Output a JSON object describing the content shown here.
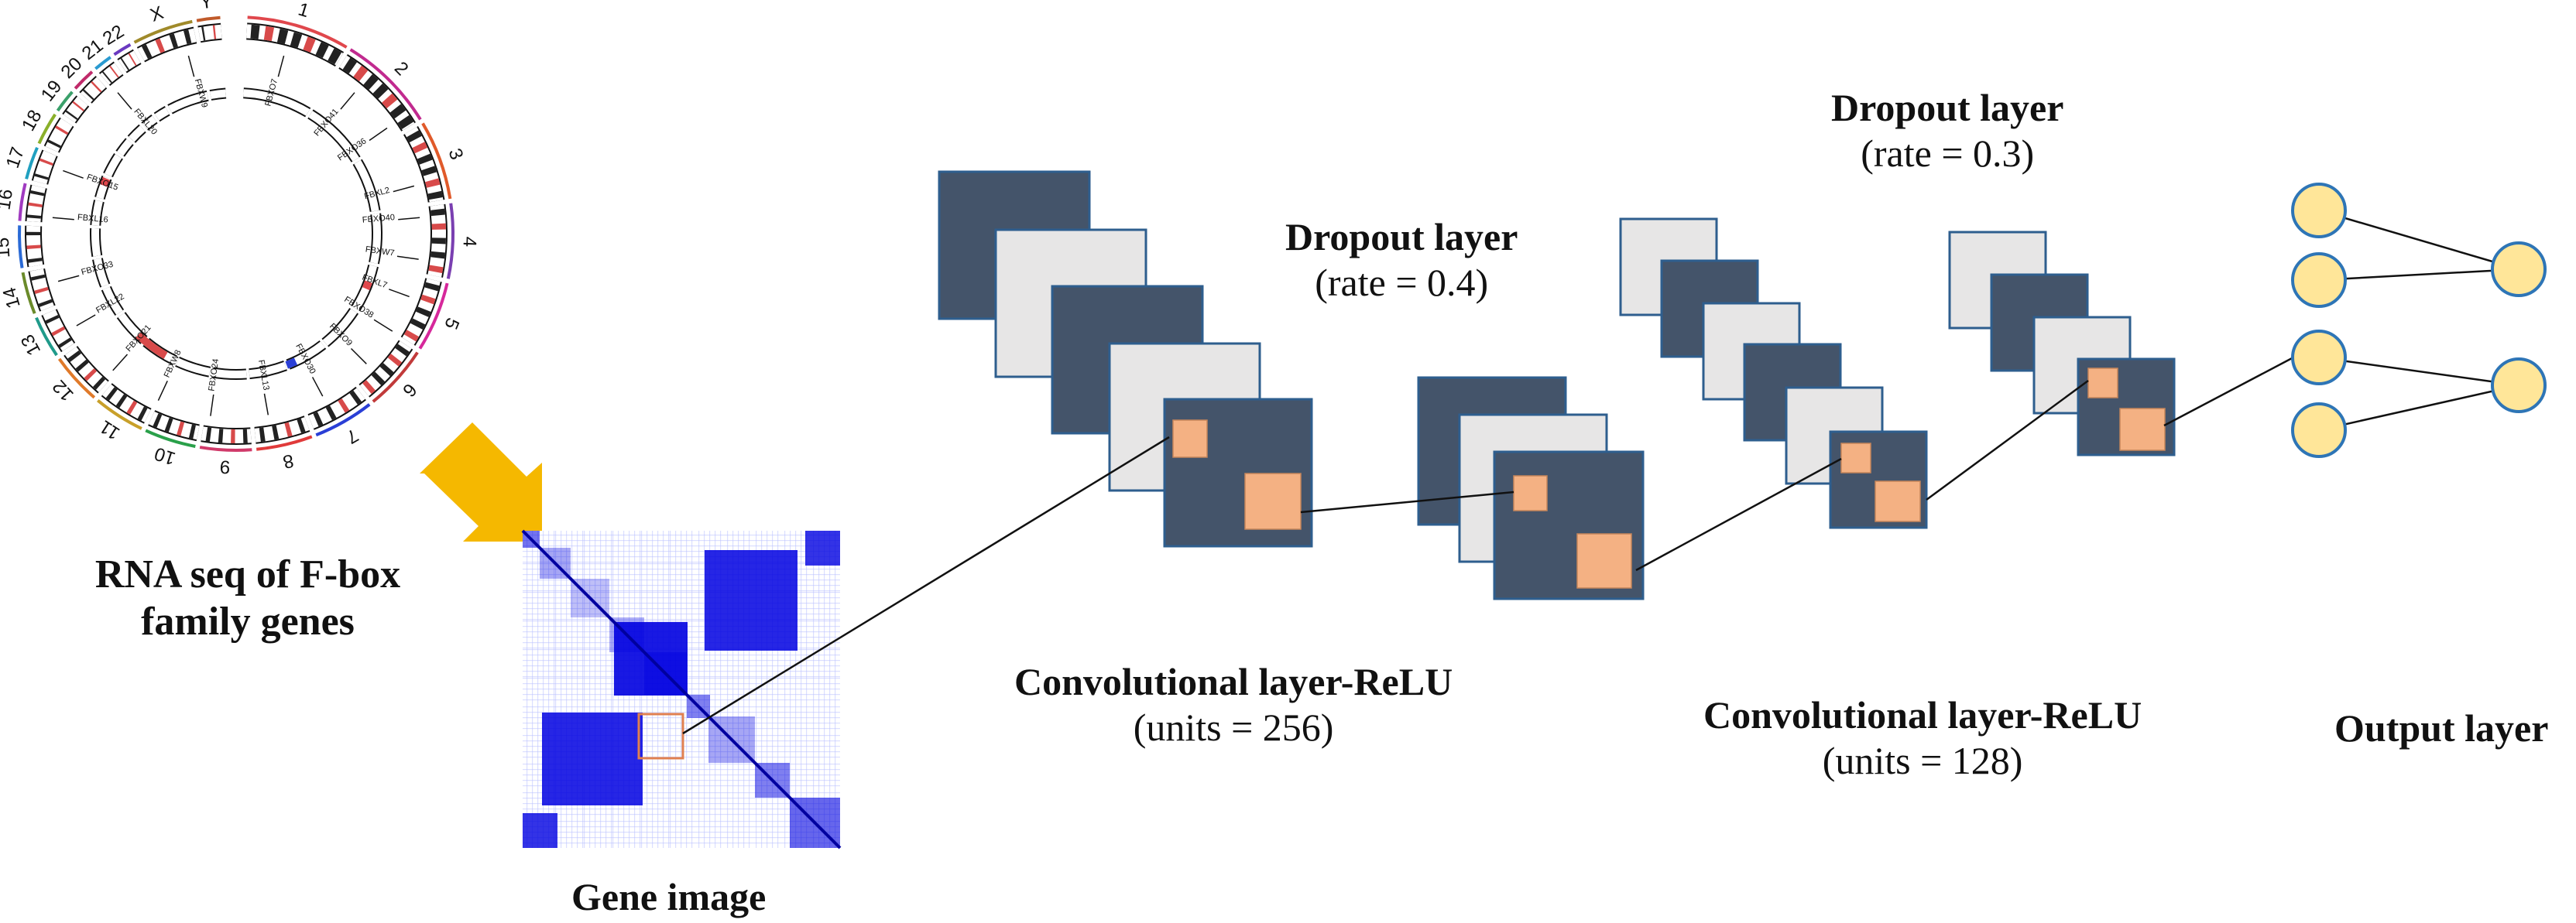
{
  "circos": {
    "chromosomes": [
      "1",
      "2",
      "3",
      "4",
      "5",
      "6",
      "7",
      "8",
      "9",
      "10",
      "11",
      "12",
      "13",
      "14",
      "15",
      "16",
      "17",
      "18",
      "19",
      "20",
      "21",
      "22",
      "X",
      "Y"
    ],
    "ring_colors": [
      "#e0474c",
      "#c12a8f",
      "#e05a2a",
      "#7a3fb1",
      "#d6289b",
      "#c13a3a",
      "#2a3fd6",
      "#e03a3a",
      "#d03a6a",
      "#2aa04a",
      "#c8a02a",
      "#e07a2a",
      "#1f9a8a",
      "#6a8a2a",
      "#2a6ad6",
      "#a03ac0",
      "#20a0c0",
      "#8ab02a",
      "#3aa06a",
      "#c02a6a",
      "#2a9ad0",
      "#6a3ac0",
      "#a08a2a",
      "#c05a2a"
    ],
    "gene_labels": [
      "FBXO7",
      "FBXO41",
      "FBXO36",
      "FBXL2",
      "FBXO40",
      "FBXW7",
      "FBXL7",
      "FBXO38",
      "FBXO9",
      "FBXO30",
      "FBXL13",
      "FBXO24",
      "FBXW8",
      "FBXO21",
      "FBXL22",
      "FBXO33",
      "FBXL16",
      "FBXO15",
      "FBXL20",
      "FBXW9"
    ]
  },
  "labels": {
    "rna_seq": "RNA seq of F-box family genes",
    "gene_image": "Gene image",
    "dropout1_title": "Dropout layer",
    "dropout1_rate": "(rate = 0.4)",
    "dropout2_title": "Dropout layer",
    "dropout2_rate": "(rate = 0.3)",
    "conv1_title": "Convolutional layer-ReLU",
    "conv1_units": "(units = 256)",
    "conv2_title": "Convolutional layer-ReLU",
    "conv2_units": "(units = 128)",
    "output": "Output layer"
  },
  "colors": {
    "dark_map": "#44546a",
    "light_map": "#e7e6e6",
    "map_border": "#2e5e8e",
    "kernel": "#f4b183",
    "kernel_border": "#c5855a",
    "arrow": "#f5b800",
    "neuron_fill": "#ffe699",
    "neuron_border": "#2e75b6",
    "heatmap": "#0000e0",
    "heatmap_box": "#e08050"
  }
}
